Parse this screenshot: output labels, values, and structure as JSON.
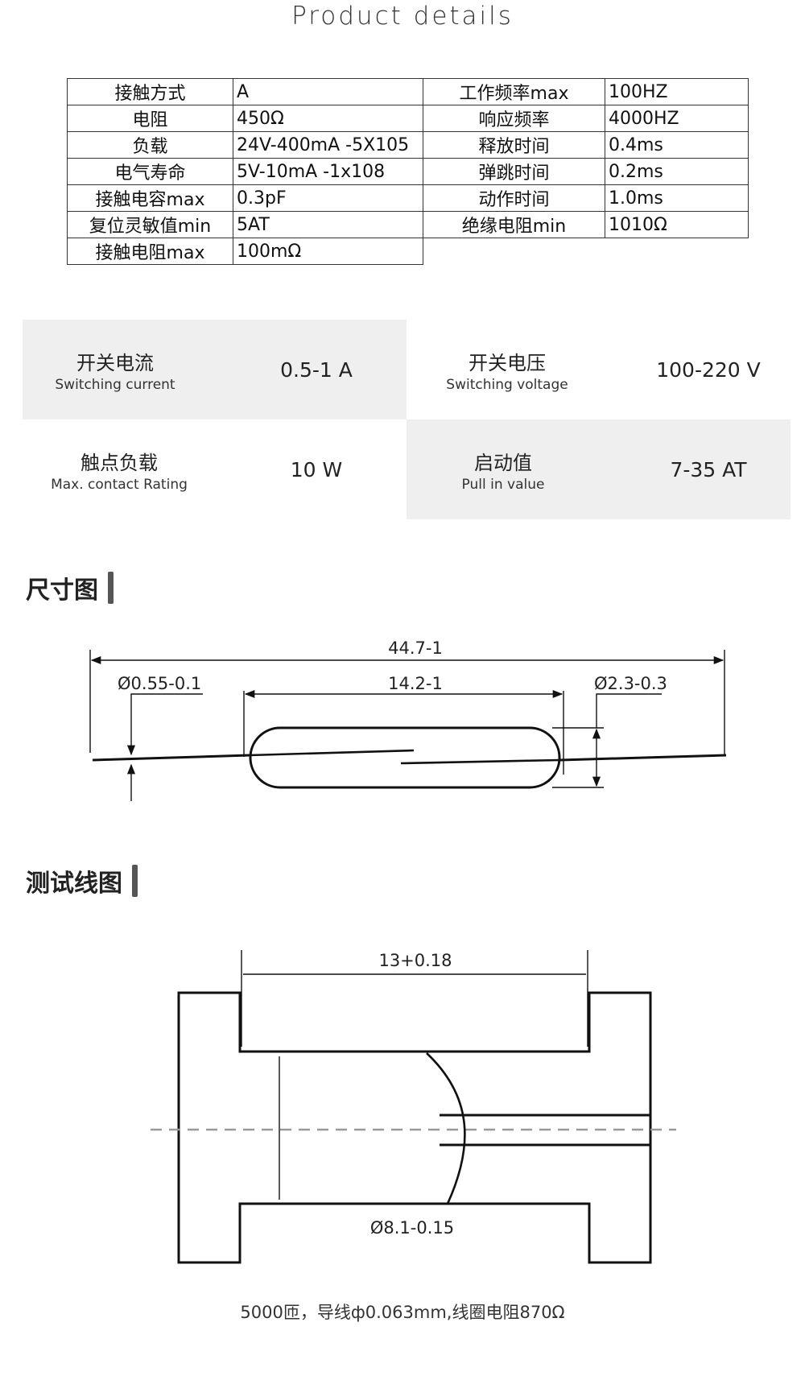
{
  "page_title": "Product details",
  "spec_rows": [
    {
      "l1": "接触方式",
      "v1": "A",
      "l2": "工作频率max",
      "v2": "100HZ"
    },
    {
      "l1": "电阻",
      "v1": "450Ω",
      "l2": "响应频率",
      "v2": "4000HZ"
    },
    {
      "l1": "负载",
      "v1": "24V-400mA -5X105",
      "l2": "释放时间",
      "v2": "0.4ms"
    },
    {
      "l1": "电气寿命",
      "v1": "5V-10mA -1x108",
      "l2": "弹跳时间",
      "v2": "0.2ms"
    },
    {
      "l1": "接触电容max",
      "v1": "0.3pF",
      "l2": "动作时间",
      "v2": "1.0ms"
    },
    {
      "l1": "复位灵敏值min",
      "v1": "5AT",
      "l2": "绝缘电阻min",
      "v2": "1010Ω"
    },
    {
      "l1": "接触电阻max",
      "v1": "100mΩ"
    }
  ],
  "ratings": {
    "switching_current": {
      "cn": "开关电流",
      "en": "Switching current",
      "value": "0.5-1 A"
    },
    "switching_voltage": {
      "cn": "开关电压",
      "en": "Switching voltage",
      "value": "100-220 V"
    },
    "contact_rating": {
      "cn": "触点负载",
      "en": "Max. contact Rating",
      "value": "10 W"
    },
    "pull_in": {
      "cn": "启动值",
      "en": "Pull in value",
      "value": "7-35 AT"
    }
  },
  "dimension": {
    "title": "尺寸图",
    "total_length": "44.7-1",
    "lead_diameter": "Ø0.55-0.1",
    "glass_length": "14.2-1",
    "glass_diameter": "Ø2.3-0.3"
  },
  "test_coil": {
    "title": "测试线图",
    "inner_width": "13+0.18",
    "diameter": "Ø8.1-0.15",
    "note": "5000匝，导线ф0.063mm,线圈电阻870Ω"
  }
}
